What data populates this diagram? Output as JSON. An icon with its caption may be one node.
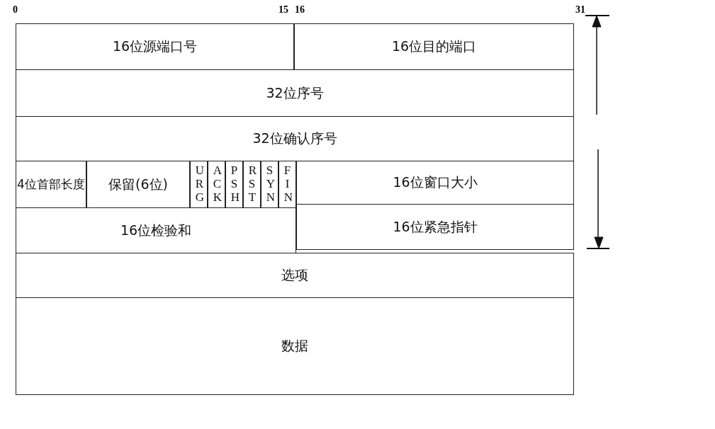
{
  "diagram": {
    "nodes": [
      {
        "text": [
          "16位源端口号"
        ]
      },
      {
        "text": [
          "16位目的端口"
        ]
      },
      {
        "text": [
          "32位序号"
        ]
      },
      {
        "text": [
          "32位确认序号"
        ]
      },
      {
        "text": [
          "4位首部长度"
        ]
      },
      {
        "text": [
          "保留(6位)"
        ]
      },
      {
        "text": [
          "URG"
        ]
      },
      {
        "text": [
          "ACK"
        ]
      },
      {
        "text": [
          "PSH"
        ]
      },
      {
        "text": [
          "RST"
        ]
      },
      {
        "text": [
          "SYN"
        ]
      },
      {
        "text": [
          "FIN"
        ]
      },
      {
        "text": [
          "16位窗口大小"
        ]
      },
      {
        "text": [
          "16位检验和"
        ]
      },
      {
        "text": [
          "16位紧急指针"
        ]
      },
      {
        "text": [
          "选项"
        ]
      },
      {
        "text": [
          "数据"
        ]
      }
    ],
    "edges": [],
    "labels": [
      "0",
      "15",
      "16",
      "31"
    ]
  }
}
